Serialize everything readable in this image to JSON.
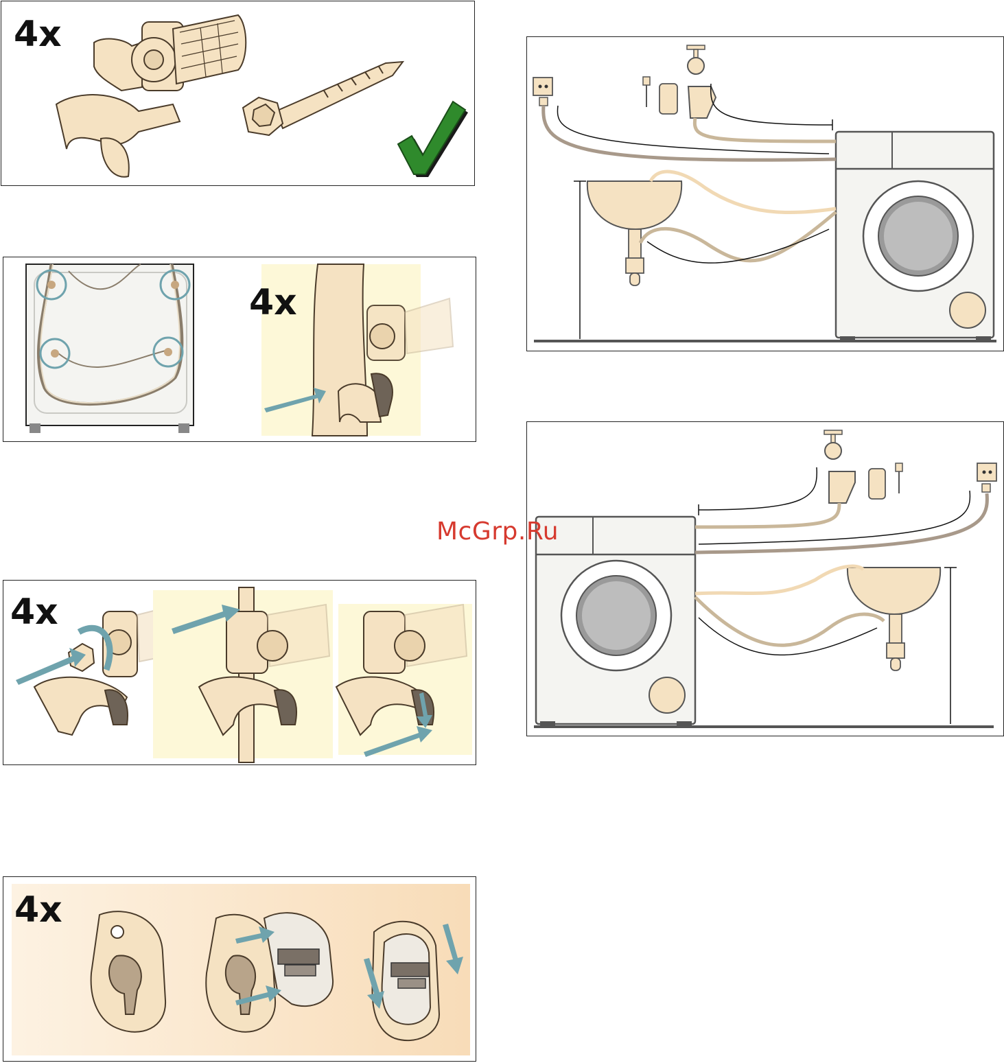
{
  "panels": {
    "bolts": {
      "qty": "4x"
    },
    "remove_bolts": {
      "qty": "4x"
    },
    "unscrew_bolts": {
      "qty": "4x"
    },
    "caps": {
      "qty": "4x"
    }
  },
  "watermark": "McGrp.Ru",
  "colors": {
    "part": "#f5e2c2",
    "part_outline": "#4a3b2a",
    "arrow": "#6fa3ad",
    "check": "#2f8a2c",
    "hose_dark": "#a8998a",
    "hose_light": "#f1d9b4",
    "machine": "#f4f4f1",
    "panel_bg_yellow": "#fdf8d8",
    "panel_bg_peach": "#fbe6cb"
  }
}
